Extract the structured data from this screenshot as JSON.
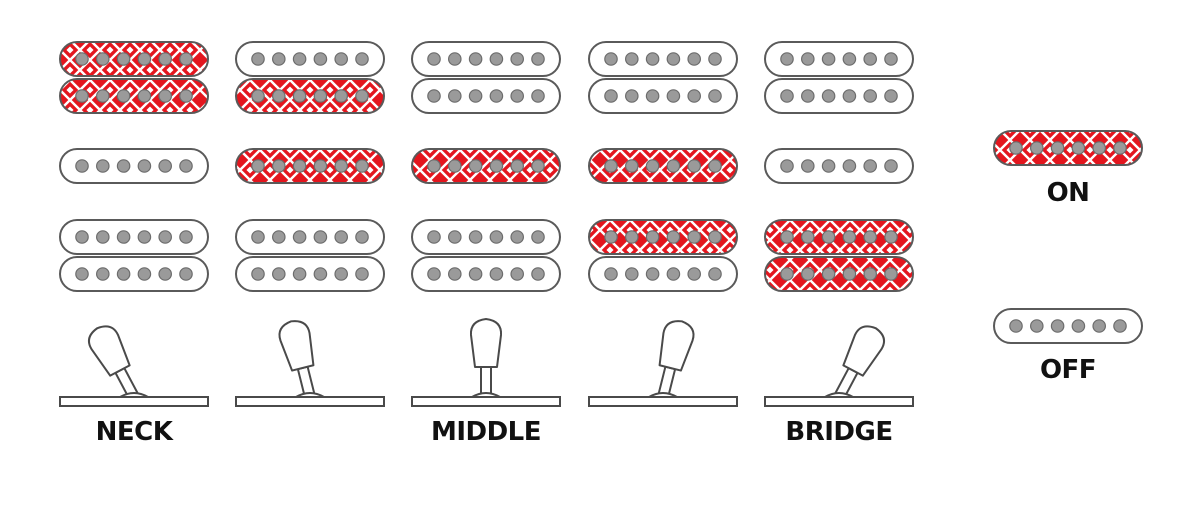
{
  "colors": {
    "on": "#e3161e",
    "off": "#ffffff",
    "outline": "#5a5a5a",
    "pole": "#9a9a9a",
    "text": "#111111"
  },
  "legend": {
    "on_label": "ON",
    "off_label": "OFF"
  },
  "positions": [
    {
      "label": "NECK",
      "neck": [
        true,
        true
      ],
      "middle": false,
      "bridge": [
        false,
        false
      ],
      "lever_angle": -28
    },
    {
      "label": "",
      "neck": [
        false,
        true
      ],
      "middle": true,
      "bridge": [
        false,
        false
      ],
      "lever_angle": -14
    },
    {
      "label": "MIDDLE",
      "neck": [
        false,
        false
      ],
      "middle": true,
      "bridge": [
        false,
        false
      ],
      "lever_angle": 0
    },
    {
      "label": "",
      "neck": [
        false,
        false
      ],
      "middle": true,
      "bridge": [
        true,
        false
      ],
      "lever_angle": 14
    },
    {
      "label": "BRIDGE",
      "neck": [
        false,
        false
      ],
      "middle": false,
      "bridge": [
        true,
        true
      ],
      "lever_angle": 28
    }
  ]
}
